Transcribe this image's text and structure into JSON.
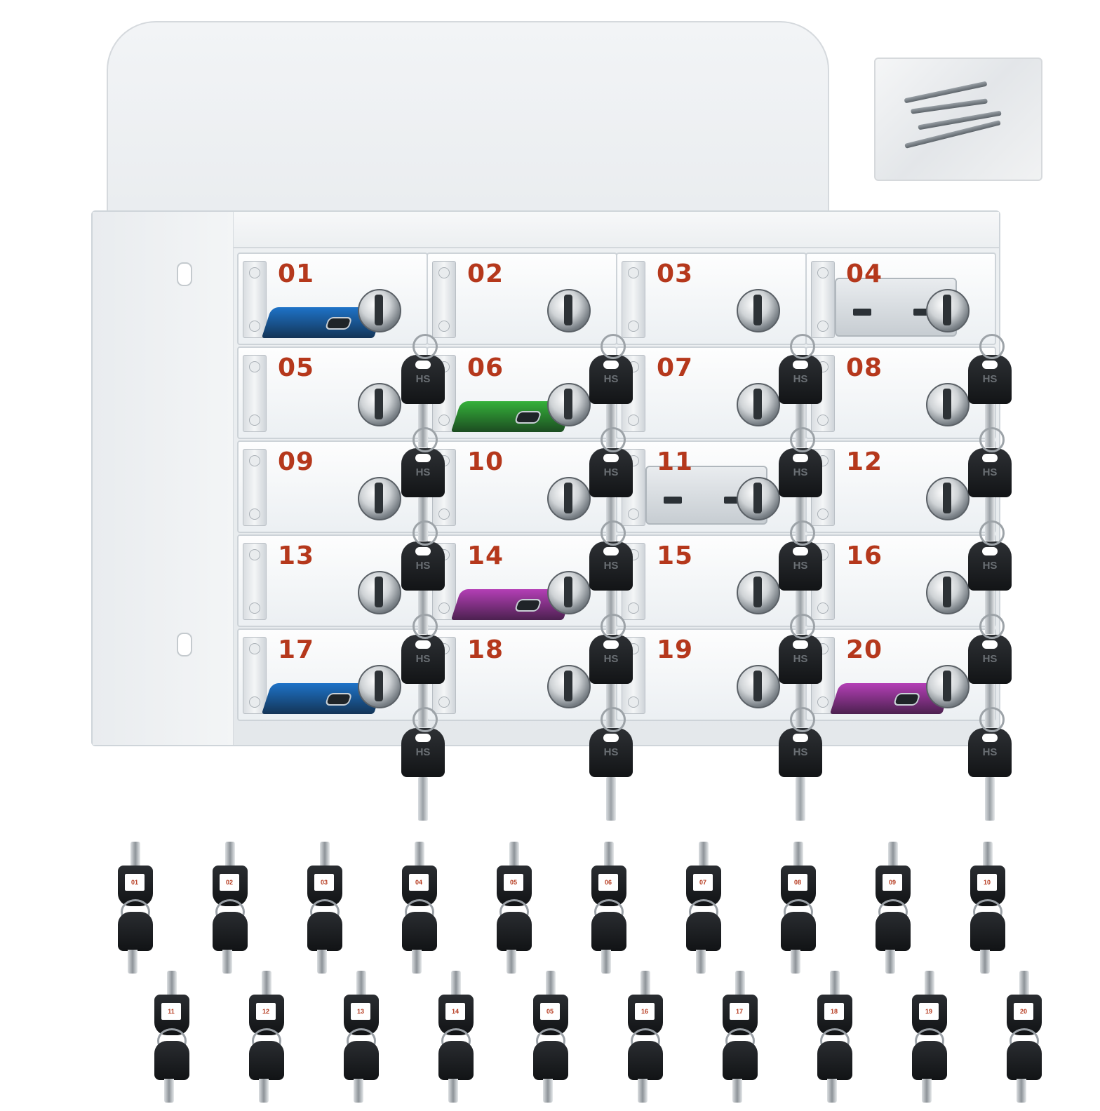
{
  "compartments": [
    {
      "num": "01",
      "content": "blue-phone"
    },
    {
      "num": "02",
      "content": "empty"
    },
    {
      "num": "03",
      "content": "empty"
    },
    {
      "num": "04",
      "content": "power-bank"
    },
    {
      "num": "05",
      "content": "empty"
    },
    {
      "num": "06",
      "content": "green-phone"
    },
    {
      "num": "07",
      "content": "empty"
    },
    {
      "num": "08",
      "content": "empty"
    },
    {
      "num": "09",
      "content": "empty"
    },
    {
      "num": "10",
      "content": "empty"
    },
    {
      "num": "11",
      "content": "power-bank"
    },
    {
      "num": "12",
      "content": "empty"
    },
    {
      "num": "13",
      "content": "empty"
    },
    {
      "num": "14",
      "content": "purple-phone"
    },
    {
      "num": "15",
      "content": "empty"
    },
    {
      "num": "16",
      "content": "empty"
    },
    {
      "num": "17",
      "content": "blue-phone"
    },
    {
      "num": "18",
      "content": "empty"
    },
    {
      "num": "19",
      "content": "empty"
    },
    {
      "num": "20",
      "content": "purple-phone"
    }
  ],
  "hanging_key_brand": "HS",
  "key_tags_row1": [
    "01",
    "02",
    "03",
    "04",
    "05",
    "06",
    "07",
    "08",
    "09",
    "10"
  ],
  "key_tags_row2": [
    "11",
    "12",
    "13",
    "14",
    "05",
    "16",
    "17",
    "18",
    "19",
    "20"
  ],
  "colors": {
    "number_text": "#b5381c",
    "phone_blue": "#1e73c8",
    "phone_green": "#35b13a",
    "phone_purple": "#b43fb6",
    "key_black": "#15181b"
  }
}
